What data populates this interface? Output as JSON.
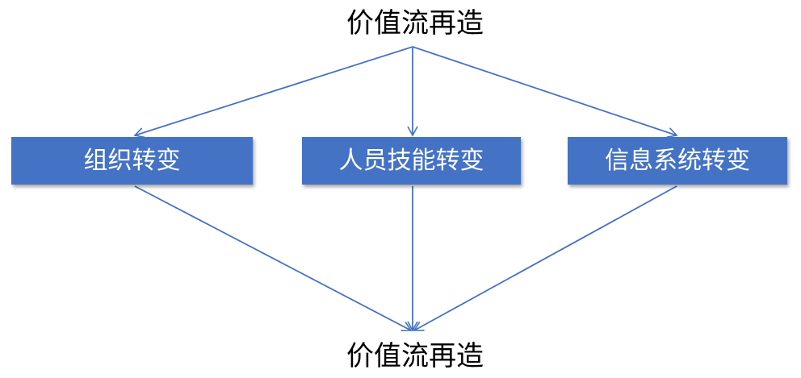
{
  "diagram": {
    "top_label": "价值流再造",
    "bottom_label": "价值流再造",
    "nodes": [
      {
        "label": "组织转变"
      },
      {
        "label": "人员技能转变"
      },
      {
        "label": "信息系统转变"
      }
    ],
    "colors": {
      "node_fill": "#4472C4",
      "node_text": "#FFFFFF",
      "edge": "#4472C4",
      "label_text": "#000000"
    }
  }
}
